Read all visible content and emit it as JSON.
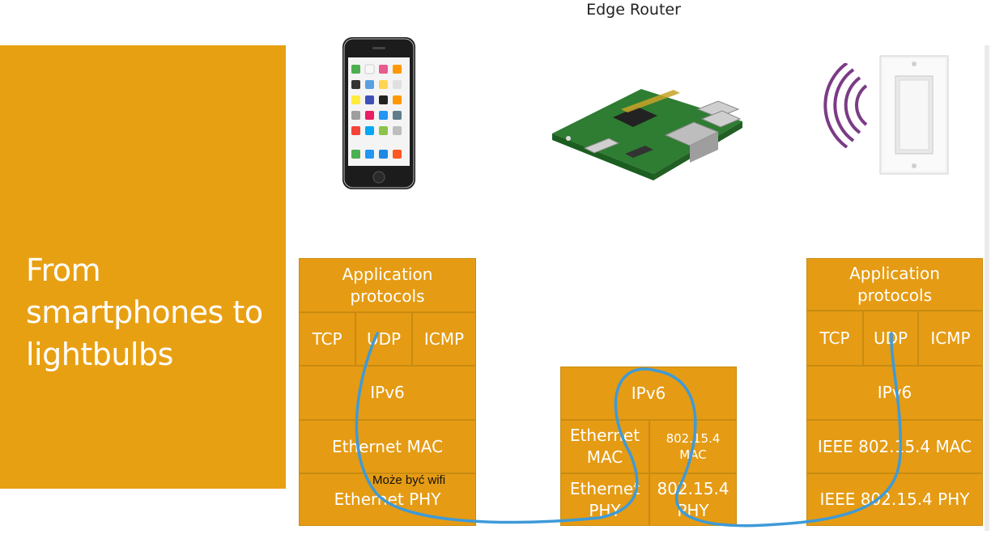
{
  "header": {
    "title": "Edge Router"
  },
  "sidebar": {
    "title": "From smartphones to lightbulbs"
  },
  "phone_stack": {
    "app": "Application protocols",
    "tcp": "TCP",
    "udp": "UDP",
    "icmp": "ICMP",
    "ipv6": "IPv6",
    "mac": "Ethernet MAC",
    "phy": "Ethernet PHY"
  },
  "router_stack": {
    "ipv6": "IPv6",
    "eth_mac": "Ethernet MAC",
    "zb_mac": "802.15.4 MAC",
    "eth_phy": "Ethernet PHY",
    "zb_phy": "802.15.4 PHY"
  },
  "switch_stack": {
    "app": "Application protocols",
    "tcp": "TCP",
    "udp": "UDP",
    "icmp": "ICMP",
    "ipv6": "IPv6",
    "mac": "IEEE 802.15.4 MAC",
    "phy": "IEEE 802.15.4 PHY"
  },
  "annotation": {
    "note": "Może być wifi"
  },
  "colors": {
    "accent": "#E8A013",
    "path": "#3E9AD8",
    "signal": "#7B3B86"
  },
  "icons": [
    "smartphone-icon",
    "raspberry-pi-icon",
    "wall-switch-icon",
    "wireless-signal-icon"
  ]
}
